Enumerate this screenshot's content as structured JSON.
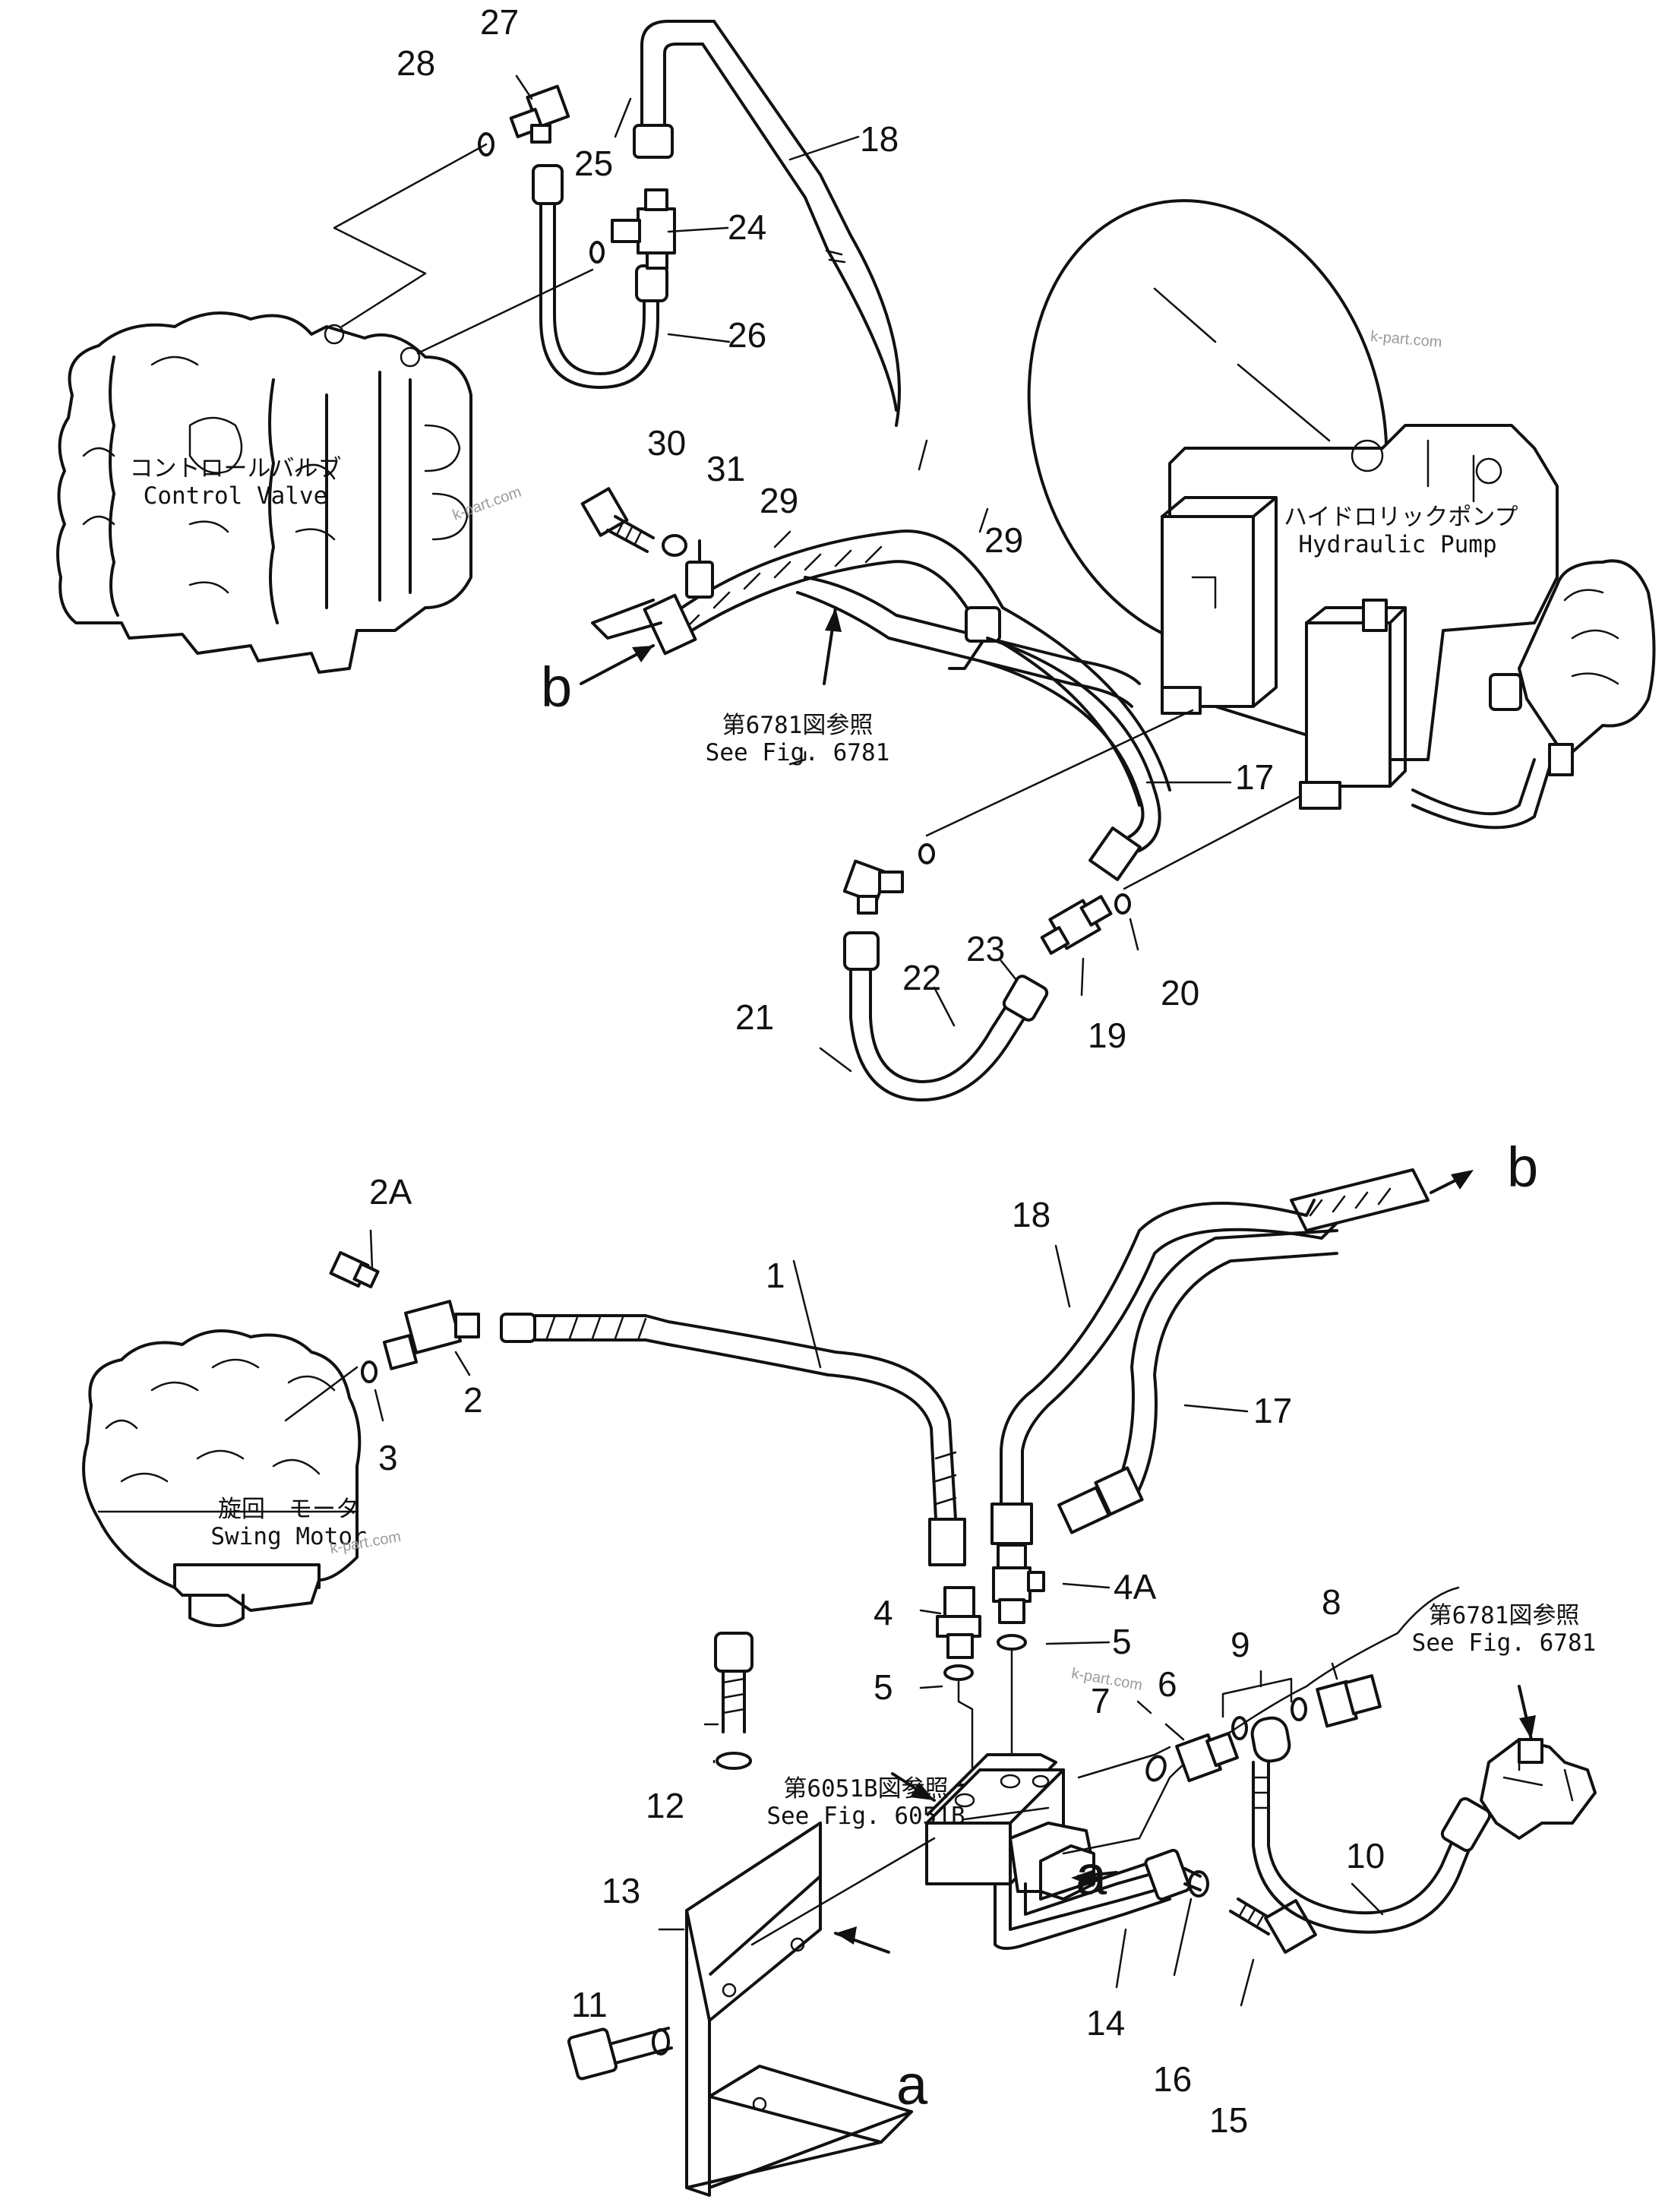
{
  "callouts": {
    "n1": "1",
    "n2": "2",
    "n2a": "2A",
    "n3": "3",
    "n4": "4",
    "n4a": "4A",
    "n5a": "5",
    "n5b": "5",
    "n6": "6",
    "n7": "7",
    "n8": "8",
    "n9": "9",
    "n10": "10",
    "n11": "11",
    "n12": "12",
    "n13": "13",
    "n14": "14",
    "n15": "15",
    "n16": "16",
    "n17a": "17",
    "n17b": "17",
    "n18a": "18",
    "n18b": "18",
    "n19": "19",
    "n20": "20",
    "n21": "21",
    "n22": "22",
    "n23": "23",
    "n24": "24",
    "n25": "25",
    "n26": "26",
    "n27": "27",
    "n28": "28",
    "n29a": "29",
    "n29b": "29",
    "n30": "30",
    "n31": "31",
    "a_top": "a",
    "a_bottom": "a",
    "b_left": "b",
    "b_right": "b"
  },
  "component_labels": {
    "control_valve_jp": "コントロールバルブ",
    "control_valve_en": "Control Valve",
    "hydraulic_pump_jp": "ハイドロリックポンプ",
    "hydraulic_pump_en": "Hydraulic Pump",
    "swing_motor_jp": "旋回　モータ",
    "swing_motor_en": "Swing Motor"
  },
  "references": {
    "ref_6781_top_jp": "第6781図参照",
    "ref_6781_top_en": "See Fig. 6781",
    "ref_6781_right_jp": "第6781図参照",
    "ref_6781_right_en": "See Fig. 6781",
    "ref_6051b_jp": "第6051B図参照",
    "ref_6051b_en": "See Fig. 6051B"
  },
  "watermarks": {
    "wm1": "k-part.com",
    "wm2": "k-part.com",
    "wm3": "k-part.com",
    "wm4": "k-part.com"
  }
}
